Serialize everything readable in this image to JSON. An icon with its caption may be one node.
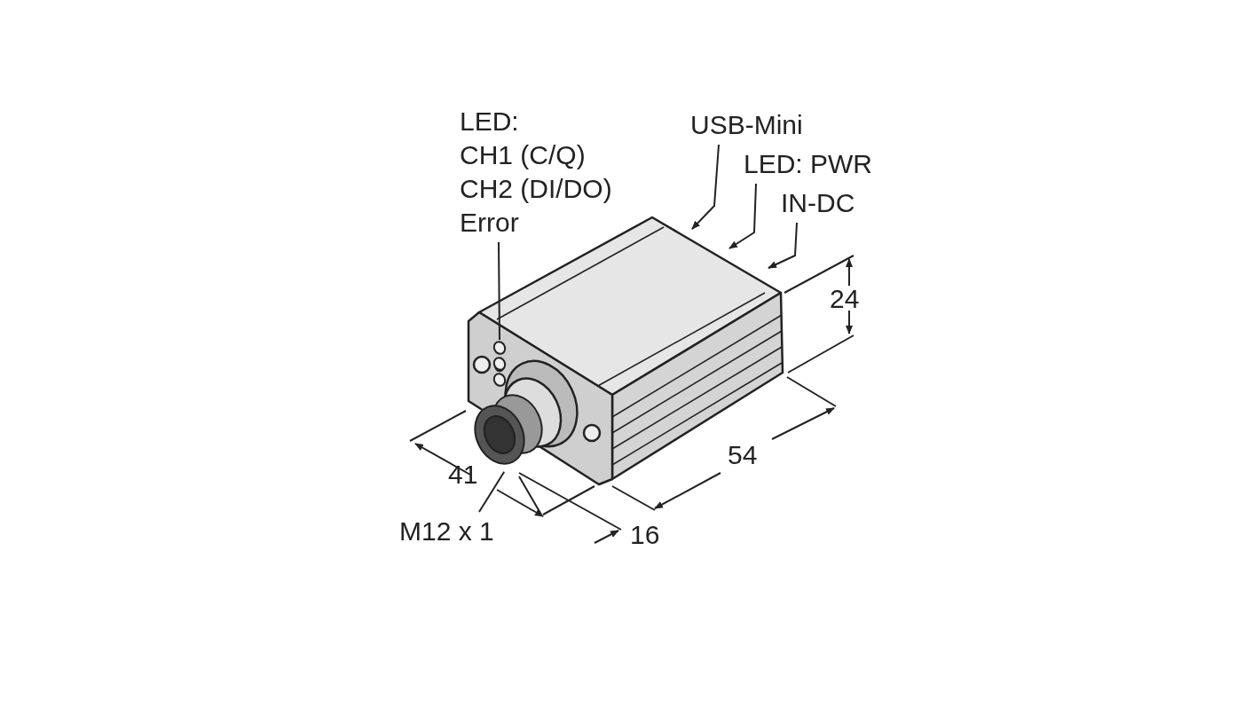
{
  "diagram": {
    "nodes": [
      {
        "text": [
          "LED:",
          "CH1 (C/Q)",
          "CH2 (DI/DO)",
          "Error"
        ]
      },
      {
        "text": [
          "USB-Mini"
        ]
      },
      {
        "text": [
          "LED: PWR"
        ]
      },
      {
        "text": [
          "IN-DC"
        ]
      },
      {
        "text": [
          "M12 x 1"
        ]
      },
      {
        "text": [],
        "shape": "circle"
      },
      {
        "text": [],
        "shape": "circle"
      }
    ],
    "edges": [
      {
        "from": 0,
        "to": 5,
        "arrow": "none"
      },
      {
        "from": 1,
        "to": null,
        "arrow": "to"
      },
      {
        "from": 2,
        "to": null,
        "arrow": "to"
      },
      {
        "from": 3,
        "to": null,
        "arrow": "to"
      },
      {
        "from": 4,
        "to": 6,
        "arrow": "none"
      }
    ],
    "labels": [
      "24",
      "41",
      "54",
      "16"
    ]
  }
}
